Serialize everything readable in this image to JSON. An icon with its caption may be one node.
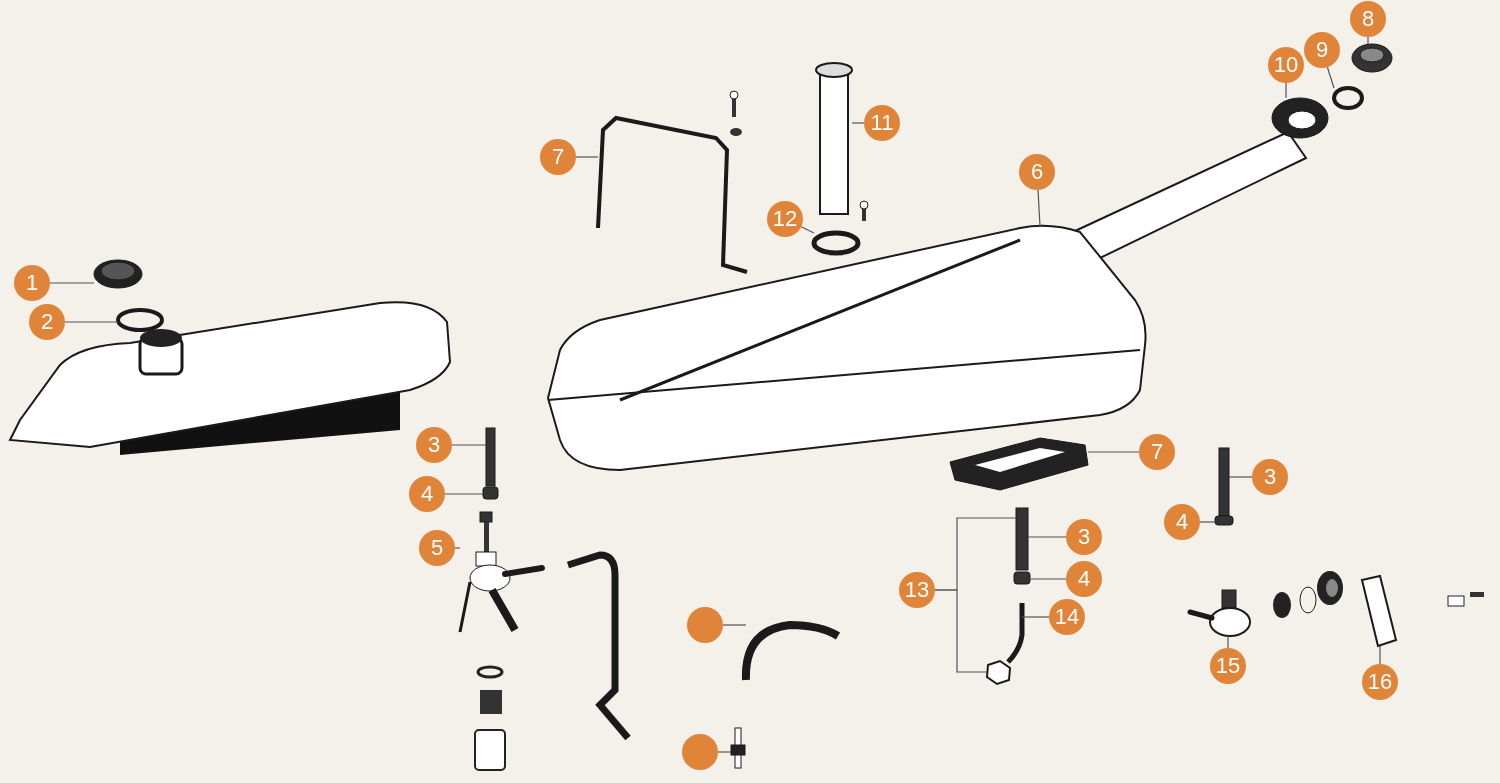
{
  "diagram": {
    "nodes": [
      {
        "text": [
          "1"
        ]
      },
      {
        "text": [
          "2"
        ]
      },
      {
        "text": [
          "3"
        ]
      },
      {
        "text": [
          "4"
        ]
      },
      {
        "text": [
          "5"
        ]
      },
      {
        "text": [
          "7"
        ]
      },
      {
        "text": [
          "11"
        ]
      },
      {
        "text": [
          "12"
        ]
      },
      {
        "text": [
          "6"
        ]
      },
      {
        "text": [
          "10"
        ]
      },
      {
        "text": [
          "9"
        ]
      },
      {
        "text": [
          "8"
        ]
      },
      {
        "text": [
          "7"
        ]
      },
      {
        "text": [
          "3"
        ]
      },
      {
        "text": [
          "4"
        ]
      },
      {
        "text": [
          "3"
        ]
      },
      {
        "text": [
          "4"
        ]
      },
      {
        "text": [
          "13"
        ]
      },
      {
        "text": [
          "14"
        ]
      },
      {
        "text": [
          "15"
        ]
      },
      {
        "text": [
          "16"
        ]
      },
      {
        "text": [],
        "shape": "circle"
      },
      {
        "text": [],
        "shape": "circle"
      },
      {
        "text": [],
        "shape": "picture"
      },
      {
        "text": [],
        "shape": "circle"
      },
      {
        "text": [],
        "shape": "bar"
      },
      {
        "text": [],
        "shape": "box"
      },
      {
        "text": [],
        "shape": "picture"
      },
      {
        "text": [],
        "shape": "picture"
      },
      {
        "text": [],
        "shape": "cylinder"
      },
      {
        "text": [],
        "shape": "circle"
      },
      {
        "text": [],
        "shape": "picture"
      },
      {
        "text": [],
        "shape": "picture"
      },
      {
        "text": [],
        "shape": "circle"
      },
      {
        "text": [],
        "shape": "picture"
      },
      {
        "text": [],
        "shape": "picture"
      },
      {
        "text": [],
        "shape": "bar"
      },
      {
        "text": [],
        "shape": "box"
      },
      {
        "text": [],
        "shape": "bar"
      },
      {
        "text": [],
        "shape": "box"
      },
      {
        "text": [],
        "shape": "hexagon"
      },
      {
        "text": [],
        "shape": "picture"
      },
      {
        "text": [],
        "shape": "picture"
      },
      {
        "text": [],
        "shape": "picture"
      },
      {
        "text": [],
        "shape": "picture"
      },
      {
        "text": [],
        "shape": "picture"
      }
    ],
    "edges": [
      {
        "from": 0,
        "to": 23,
        "arrow": "none"
      },
      {
        "from": 1,
        "to": 24,
        "arrow": "none"
      },
      {
        "from": 2,
        "to": 25,
        "arrow": "none"
      },
      {
        "from": 3,
        "to": 26,
        "arrow": "none"
      },
      {
        "from": 4,
        "to": 27,
        "arrow": "none"
      },
      {
        "from": 5,
        "to": 28,
        "arrow": "none"
      },
      {
        "from": 6,
        "to": 29,
        "arrow": "none"
      },
      {
        "from": 7,
        "to": 30,
        "arrow": "none"
      },
      {
        "from": 8,
        "to": 31,
        "arrow": "none"
      },
      {
        "from": 9,
        "to": 32,
        "arrow": "none"
      },
      {
        "from": 10,
        "to": 33,
        "arrow": "none"
      },
      {
        "from": 11,
        "to": 34,
        "arrow": "none"
      },
      {
        "from": 12,
        "to": 35,
        "arrow": "none"
      },
      {
        "from": 13,
        "to": 36,
        "arrow": "none"
      },
      {
        "from": 14,
        "to": 37,
        "arrow": "none"
      },
      {
        "from": 15,
        "to": 38,
        "arrow": "none"
      },
      {
        "from": 16,
        "to": 39,
        "arrow": "none"
      },
      {
        "from": 17,
        "to": 38,
        "arrow": "none"
      },
      {
        "from": 17,
        "to": 40,
        "arrow": "none"
      },
      {
        "from": 18,
        "to": 41,
        "arrow": "none"
      },
      {
        "from": 19,
        "to": 42,
        "arrow": "none"
      },
      {
        "from": 20,
        "to": 43,
        "arrow": "none"
      },
      {
        "from": 21,
        "to": 44,
        "arrow": "none"
      },
      {
        "from": 22,
        "to": 45,
        "arrow": "none"
      }
    ]
  }
}
